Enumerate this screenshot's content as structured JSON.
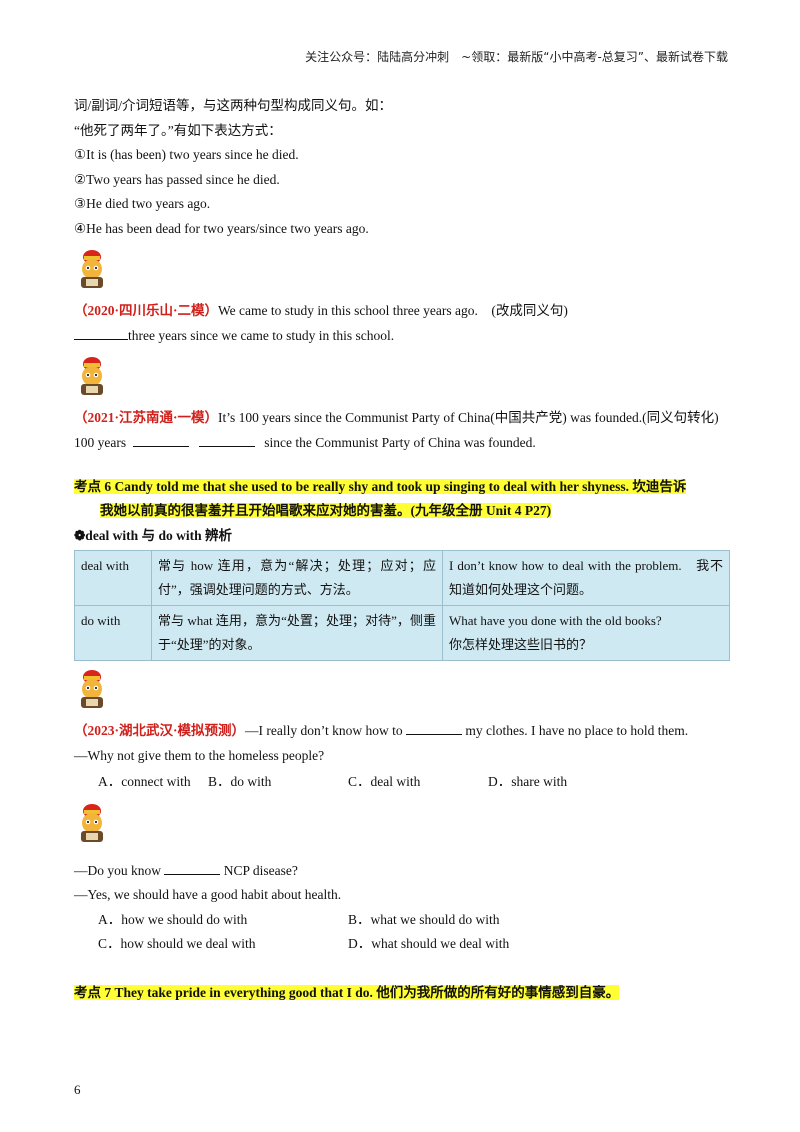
{
  "header": "关注公众号：陆陆高分冲刺　~领取：最新版“小中高考-总复习”、最新试卷下载",
  "intro": {
    "line1": "词/副词/介词短语等，与这两种句型构成同义句。如：",
    "line2": "“他死了两年了。”有如下表达方式：",
    "items": [
      "①It is (has been) two years since he died.",
      "②Two years has passed since he died.",
      "③He died two years ago.",
      "④He has been dead for two years/since two years ago."
    ]
  },
  "q1": {
    "source": "（2020·四川乐山·二模）",
    "text": "We came to study in this school three years ago.　(改成同义句)",
    "answer_line": "three years since we came to study in this school."
  },
  "q2": {
    "source": "（2021·江苏南通·一模）",
    "text": "It’s 100 years since the Communist Party of China(中国共产党) was founded.(同义句转化)",
    "answer_prefix": "100 years",
    "answer_suffix": "since the Communist Party of China was founded."
  },
  "kp6": {
    "title": "考点 6 Candy told me that she used to be really shy and took up singing to deal with her shyness. 坎迪告诉",
    "translation": "我她以前真的很害羞并且开始唱歌来应对她的害羞。(九年级全册 Unit 4 P27)",
    "sub": "❁deal with 与 do with 辨析",
    "table": [
      {
        "term": "deal with",
        "usage": "常与 how 连用，意为“解决；处理；应对；应付”，强调处理问题的方式、方法。",
        "example": "I don’t know how to deal with the problem.　我不知道如何处理这个问题。"
      },
      {
        "term": "do with",
        "usage": "常与 what 连用，意为“处置；处理；对待”，侧重于“处理”的对象。",
        "example_en": "What have you done with the old books?",
        "example_cn": "你怎样处理这些旧书的？"
      }
    ]
  },
  "q3": {
    "source": "（2023·湖北武汉·模拟预测）",
    "text_before": "—I really don’t know how to",
    "text_after": "my clothes. I have no place to hold them.",
    "line2": "—Why not give them to the homeless people?",
    "options": [
      "A．connect with",
      "B．do with",
      "C．deal with",
      "D．share with"
    ]
  },
  "q4": {
    "line1_before": "—Do you know",
    "line1_after": "NCP disease?",
    "line2": "—Yes, we should have a good habit about health.",
    "options": [
      "A．how we should do with",
      "B．what we should do with",
      "C．how should we deal with",
      "D．what should we deal with"
    ]
  },
  "kp7": {
    "title": "考点 7 They take pride in everything good that I do. 他们为我所做的所有好的事情感到自豪。"
  },
  "page_number": "6"
}
